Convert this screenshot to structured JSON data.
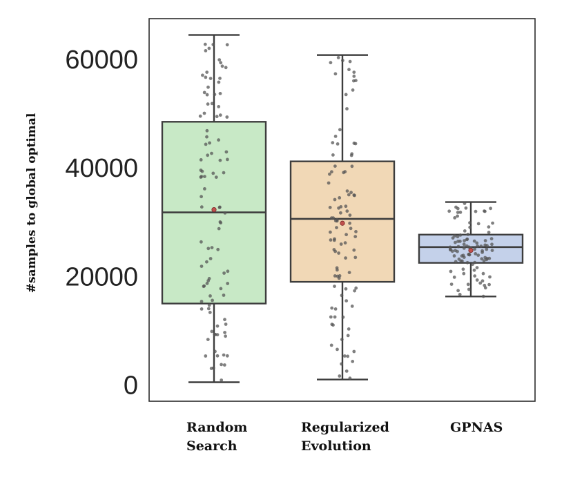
{
  "chart_data": {
    "type": "box",
    "title": "",
    "xlabel": "",
    "ylabel": "#samples to global optimal",
    "ylim": [
      -3000,
      67500
    ],
    "yticks": [
      0,
      20000,
      40000,
      60000
    ],
    "ytick_labels": [
      "0",
      "20000",
      "40000",
      "60000"
    ],
    "grid": false,
    "legend": "none",
    "categories": [
      {
        "line1": "Random",
        "line2": "Search"
      },
      {
        "line1": "Regularized",
        "line2": "Evolution"
      },
      {
        "line1": "GPNAS",
        "line2": ""
      }
    ],
    "series": [
      {
        "whisker_low": 500,
        "q1": 15000,
        "median": 31800,
        "q3": 48500,
        "whisker_high": 64500,
        "mean": 32300,
        "color": "#c8e9c6"
      },
      {
        "whisker_low": 1000,
        "q1": 19000,
        "median": 30600,
        "q3": 41200,
        "whisker_high": 60800,
        "mean": 29800,
        "color": "#f1d8b6"
      },
      {
        "whisker_low": 16300,
        "q1": 22500,
        "median": 25400,
        "q3": 27700,
        "whisker_high": 33700,
        "mean": 24800,
        "color": "#c4d1ea"
      }
    ],
    "box_edge_color": "#3d3d3d",
    "point_color": "#555555",
    "mean_color": "#c0504d"
  }
}
